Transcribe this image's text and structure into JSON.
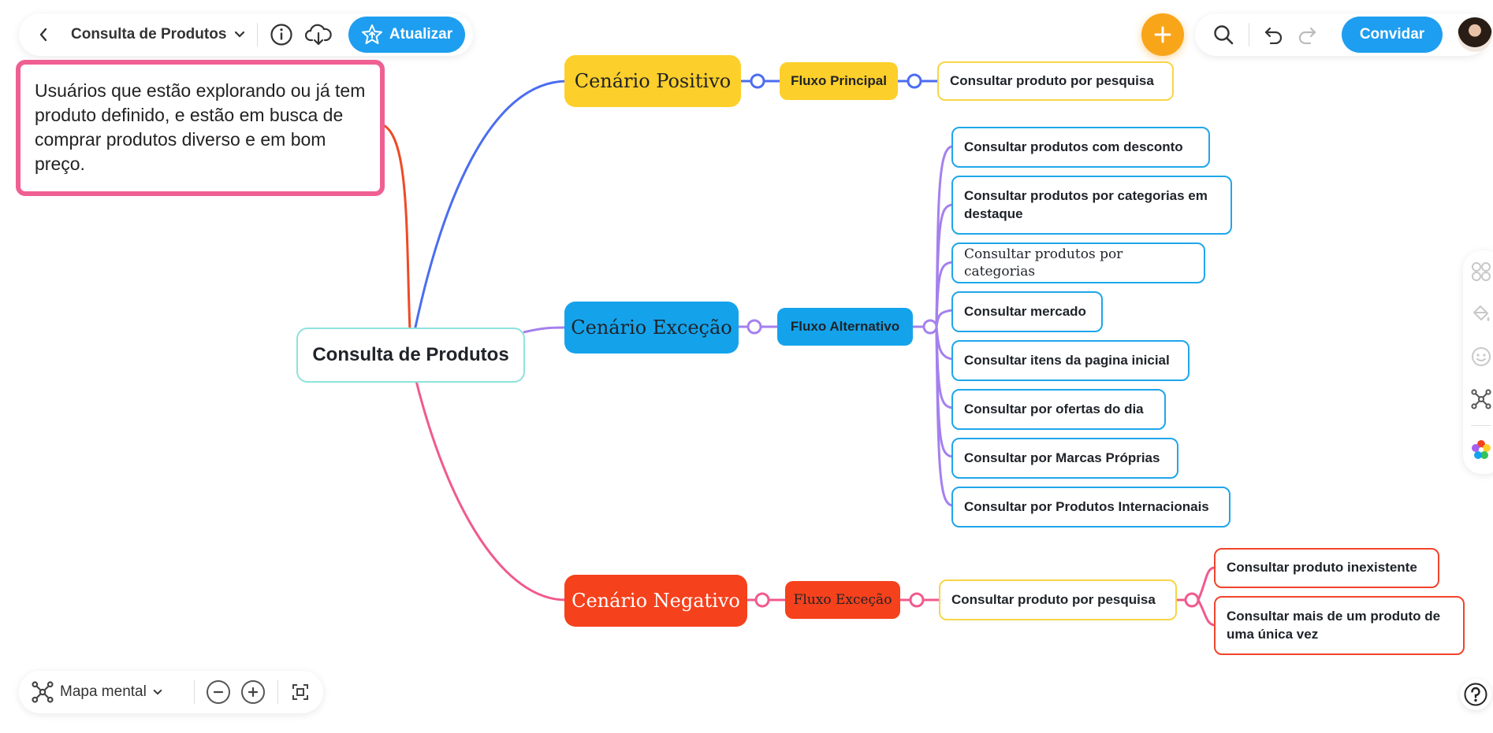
{
  "toolbar": {
    "back_icon": "chevron-left-icon",
    "document_title": "Consulta de Produtos",
    "update_label": "Atualizar",
    "invite_label": "Convidar"
  },
  "view": {
    "mode_label": "Mapa mental"
  },
  "mindmap": {
    "root": "Consulta de Produtos",
    "note": "Usuários que estão explorando ou já tem produto definido, e estão em busca de comprar produtos diverso e em bom preço.",
    "positive": {
      "scenario": "Cenário Positivo",
      "flow": "Fluxo Principal",
      "items": [
        "Consultar produto por pesquisa"
      ]
    },
    "exception": {
      "scenario": "Cenário Exceção",
      "flow": "Fluxo Alternativo",
      "items": [
        "Consultar  produtos com desconto",
        "Consultar produtos por categorias em destaque",
        "Consultar produtos por categorias",
        "Consultar mercado",
        "Consultar itens da pagina inicial",
        "Consultar por ofertas do dia",
        "Consultar por Marcas Próprias",
        "Consultar por Produtos Internacionais"
      ]
    },
    "negative": {
      "scenario": "Cenário Negativo",
      "flow": "Fluxo Exceção",
      "item": "Consultar produto por pesquisa",
      "subitems": [
        "Consultar produto inexistente",
        "Consultar mais de um produto de uma única vez"
      ]
    }
  },
  "colors": {
    "accent": "#1e9ef0",
    "positive": "#fdcf2a",
    "exception": "#14a3eb",
    "negative": "#f5411c",
    "note_border": "#ef5f92",
    "fab": "#f9a51a",
    "root_branch_blue": "#4b6df0",
    "exception_branch": "#a580ee",
    "negative_branch": "#f05a8c",
    "note_branch": "#ee4a26"
  }
}
